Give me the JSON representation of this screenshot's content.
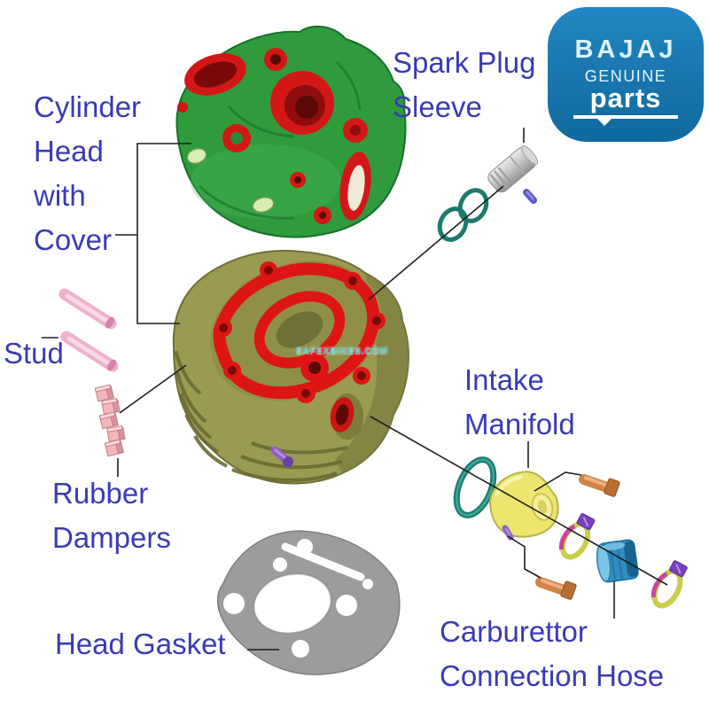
{
  "labels": {
    "cylinder_head": {
      "line1": "Cylinder",
      "line2": "Head",
      "line3": "with",
      "line4": "Cover"
    },
    "spark_plug": {
      "line1": "Spark Plug",
      "line2": "Sleeve"
    },
    "stud": {
      "line1": "Stud"
    },
    "rubber_dampers": {
      "line1": "Rubber",
      "line2": "Dampers"
    },
    "head_gasket": {
      "line1": "Head Gasket"
    },
    "intake_manifold": {
      "line1": "Intake",
      "line2": "Manifold"
    },
    "carburettor_hose": {
      "line1": "Carburettor",
      "line2": "Connection Hose"
    }
  },
  "logo": {
    "brand": "BAJAJ",
    "line2": "GENUINE",
    "line3": "parts"
  },
  "watermark": {
    "text": "SAFEXBIKES.COM"
  },
  "colors": {
    "label_blue": "#3a3ab5",
    "leader_black": "#1f1f1f",
    "cover_green": "#2f9b3d",
    "cover_green_dark": "#15702a",
    "port_red": "#d31717",
    "port_red_dark": "#7a0a0a",
    "head_olive": "#9a9a52",
    "head_olive_dark": "#6f6f38",
    "gasket_red": "#dd1515",
    "stud_pink": "#eeb0cc",
    "damper_pink": "#f3b6ba",
    "gasket_gray": "#9c9c9c",
    "sleeve_gray": "#c9c9c9",
    "oring_teal": "#1c7a6e",
    "intake_oring_teal": "#1d7a6f",
    "manifold_yellow": "#ece66e",
    "bolt_copper": "#d08448",
    "clamp_yellow": "#c9ce4a",
    "clamp_pink": "#c845a0",
    "hose_blue": "#2f8fc0",
    "pin_purple": "#5c5cc8",
    "logo_blue": "#1a77b0"
  }
}
